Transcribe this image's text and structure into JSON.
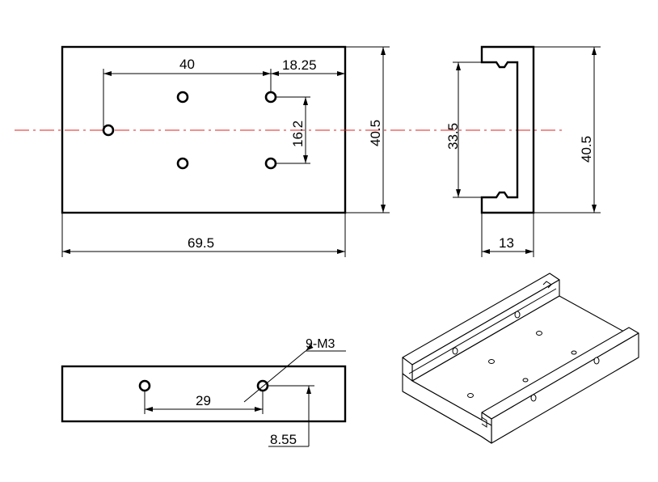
{
  "dimensions": {
    "top_view_hole_spacing_x": "40",
    "top_view_hole_offset_edge": "18.25",
    "top_view_hole_spacing_y": "16.2",
    "top_view_height": "40.5",
    "top_view_width": "69.5",
    "side_view_inner_height": "33.5",
    "side_view_height": "40.5",
    "side_view_width": "13",
    "front_view_hole_spacing": "29",
    "front_view_hole_height": "8.55",
    "thread_callout": "9-M3"
  },
  "colors": {
    "outline": "#000000",
    "centerline": "#e02020",
    "background": "#ffffff"
  }
}
